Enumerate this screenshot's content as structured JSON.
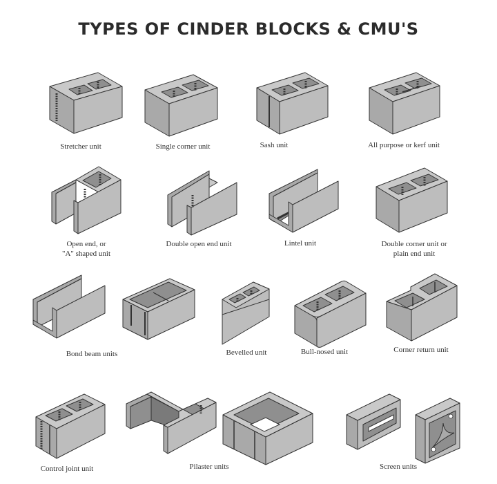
{
  "title": "TYPES OF CINDER BLOCKS & CMU'S",
  "colors": {
    "title_text": "#2b2b2b",
    "block_top": "#c9c9c9",
    "block_front": "#bdbdbd",
    "block_side": "#a9a9a9",
    "block_cavity": "#8f8f8f",
    "outline": "#333333",
    "background": "#ffffff"
  },
  "units": [
    {
      "id": "stretcher",
      "label": "Stretcher unit",
      "row": 1
    },
    {
      "id": "single-corner",
      "label": "Single corner unit",
      "row": 1
    },
    {
      "id": "sash",
      "label": "Sash unit",
      "row": 1
    },
    {
      "id": "all-purpose-kerf",
      "label": "All purpose or kerf unit",
      "row": 1
    },
    {
      "id": "open-end",
      "label_line1": "Open end, or",
      "label_line2": "\"A\" shaped unit",
      "row": 2
    },
    {
      "id": "double-open-end",
      "label": "Double open end unit",
      "row": 2
    },
    {
      "id": "lintel",
      "label": "Lintel unit",
      "row": 2
    },
    {
      "id": "double-corner",
      "label_line1": "Double corner unit or",
      "label_line2": "plain end unit",
      "row": 2
    },
    {
      "id": "bond-beam",
      "label": "Bond beam units",
      "row": 3
    },
    {
      "id": "bevelled",
      "label": "Bevelled unit",
      "row": 3
    },
    {
      "id": "bull-nosed",
      "label": "Bull-nosed unit",
      "row": 3
    },
    {
      "id": "corner-return",
      "label": "Corner return unit",
      "row": 3
    },
    {
      "id": "control-joint",
      "label": "Control joint unit",
      "row": 4
    },
    {
      "id": "pilaster",
      "label": "Pilaster units",
      "row": 4
    },
    {
      "id": "screen",
      "label": "Screen units",
      "row": 4
    }
  ]
}
